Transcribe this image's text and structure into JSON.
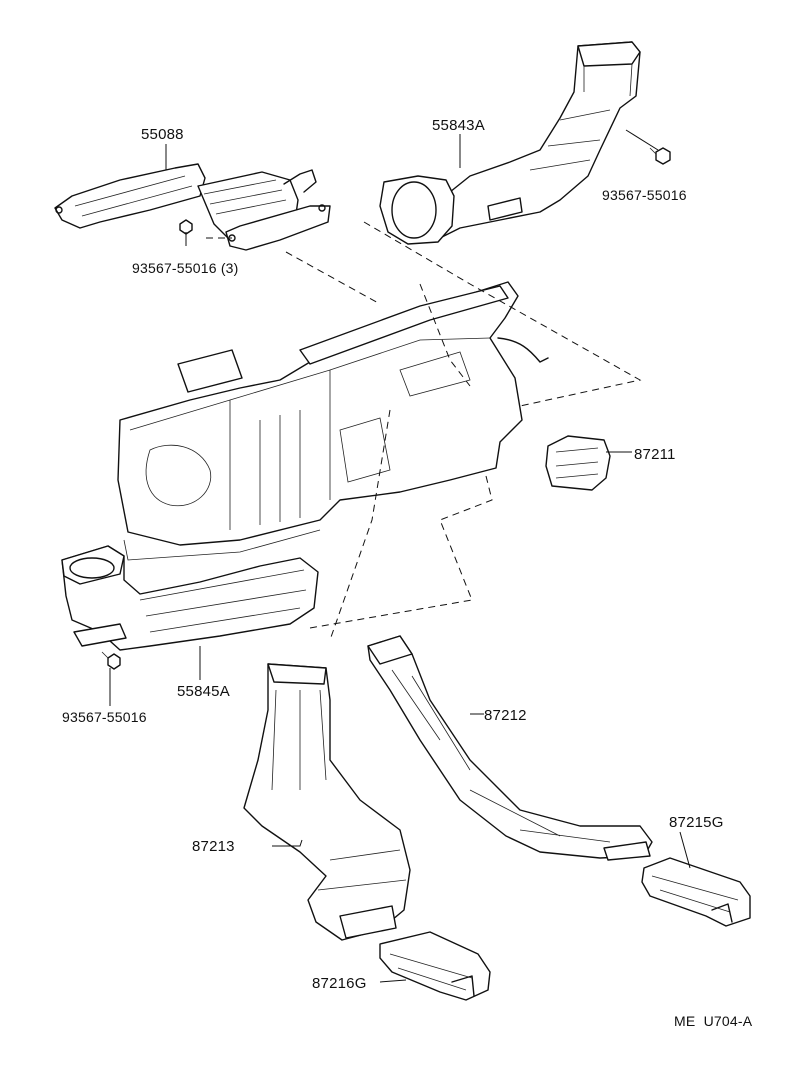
{
  "diagram": {
    "parts": {
      "p55088": "55088",
      "p55843A": "55843A",
      "p93567_top_right": "93567-55016",
      "p93567_top_left": "93567-55016 (3)",
      "p87211": "87211",
      "p55845A": "55845A",
      "p93567_left": "93567-55016",
      "p87212": "87212",
      "p87213": "87213",
      "p87215G": "87215G",
      "p87216G": "87216G"
    },
    "figure_code": "ME  U704-A"
  }
}
